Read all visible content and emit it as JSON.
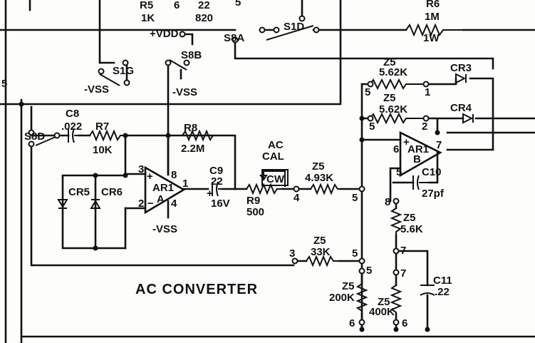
{
  "title": "AC CONVERTER",
  "labels": {
    "r5": "R5",
    "r5_val": "1K",
    "six_top": "6",
    "v22": "22",
    "v820": "820",
    "five_top": "5",
    "r6": "R6",
    "r6_val": "1M",
    "r6_w": "1W",
    "s1d": "S1D",
    "s8a": "S8A",
    "vdd": "+VDD",
    "s8b": "S8B",
    "s1g": "S1G",
    "vss1": "-VSS",
    "vss2": "-VSS",
    "vss3": "-VSS",
    "left5": "5",
    "c8": "C8",
    "c8_val": ".022",
    "r7": "R7",
    "r7_val": "10K",
    "s8d": "S8D",
    "r8": "R8",
    "r8_val": "2.2M",
    "cr5": "CR5",
    "cr6": "CR6",
    "ar1a": "AR1",
    "ar1a_sub": "A",
    "ar1a_p3": "3",
    "ar1a_p2": "2",
    "ar1a_p8": "8",
    "ar1a_p1": "1",
    "ar1a_p4": "4",
    "c9": "C9",
    "c9_val": "22",
    "c9_v": "16V",
    "ac_cal_1": "AC",
    "ac_cal_2": "CAL",
    "cw": "CW",
    "r9": "R9",
    "r9_val": "500",
    "n4": "4",
    "z5a": "Z5",
    "z5a_val": "4.93K",
    "z5a_pin": "5",
    "z5b": "Z5",
    "z5b_val": "5.62K",
    "z5b_p5": "5",
    "z5b_p1": "1",
    "z5c": "Z5",
    "z5c_val": "5.62K",
    "z5c_p5": "5",
    "z5c_p2": "2",
    "cr3": "CR3",
    "cr4": "CR4",
    "ar1b": "AR1",
    "ar1b_sub": "B",
    "ar1b_p6": "6",
    "ar1b_p5": "5",
    "ar1b_p7": "7",
    "c10": "C10",
    "c10_val": "27pf",
    "z5d": "Z5",
    "z5d_val": "5.6K",
    "n8": "8",
    "n7a": "7",
    "z5e": "Z5",
    "z5e_val": "33K",
    "z5e_p3": "3",
    "z5e_p5": "5",
    "z5f": "Z5",
    "z5f_val": "200K",
    "n5b": "5",
    "n6a": "6",
    "z5g": "Z5",
    "z5g_val": "400K",
    "n7b": "7",
    "n6b": "6",
    "c11": "C11",
    "c11_val": ".22"
  }
}
